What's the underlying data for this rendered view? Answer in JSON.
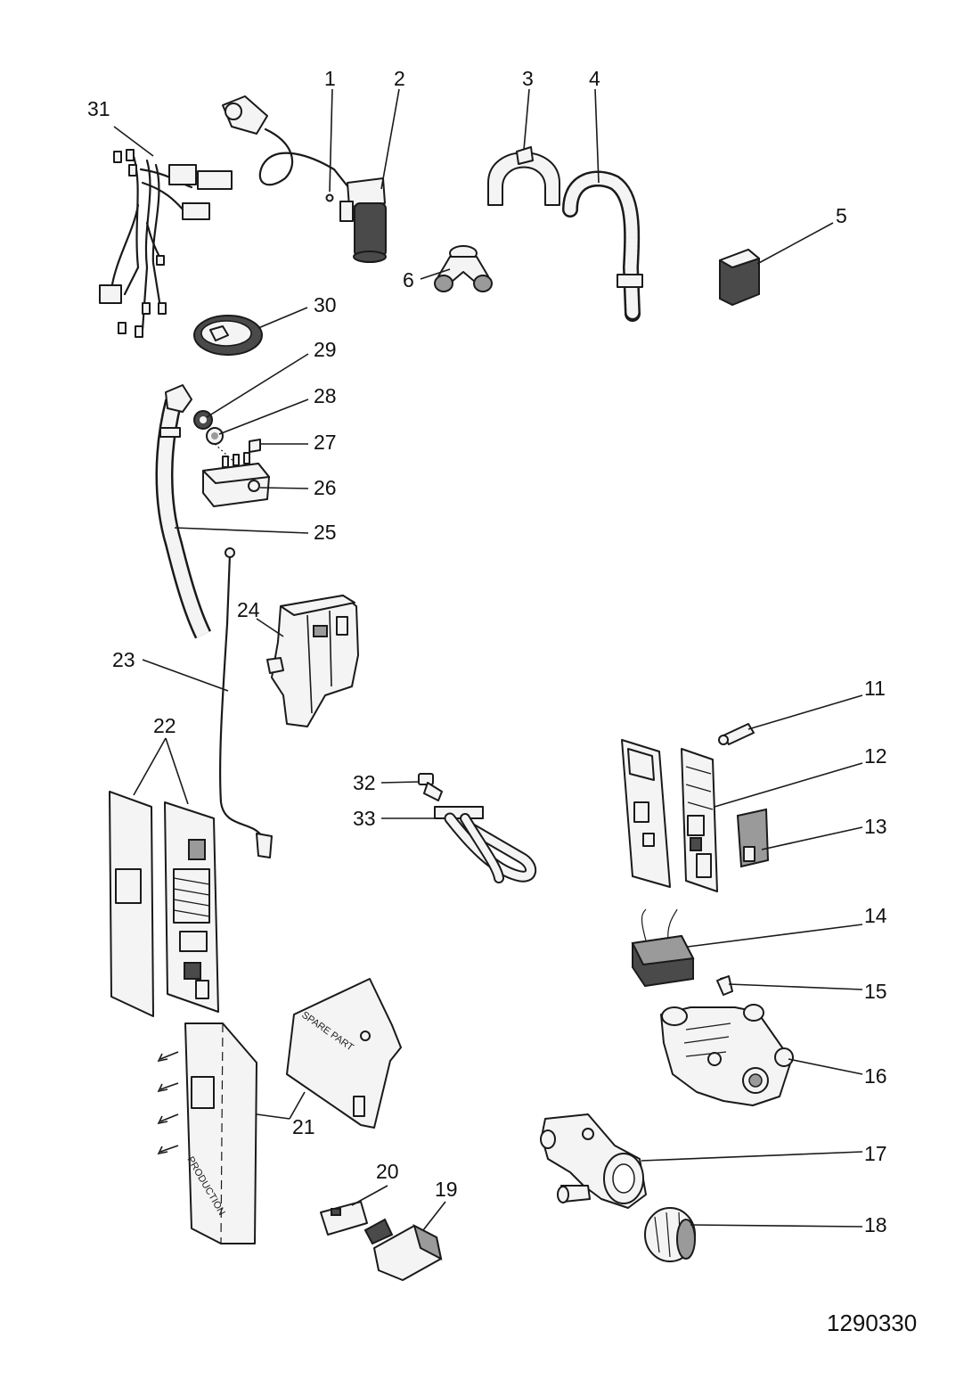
{
  "diagram": {
    "reference_number": "1290330",
    "callouts": [
      "1",
      "2",
      "3",
      "4",
      "5",
      "6",
      "11",
      "12",
      "13",
      "14",
      "15",
      "16",
      "17",
      "18",
      "19",
      "20",
      "21",
      "22",
      "23",
      "24",
      "25",
      "26",
      "27",
      "28",
      "29",
      "30",
      "31",
      "32",
      "33"
    ],
    "panel_texts": {
      "spare_part": "SPARE PART",
      "production": "PRODUCTION"
    }
  }
}
